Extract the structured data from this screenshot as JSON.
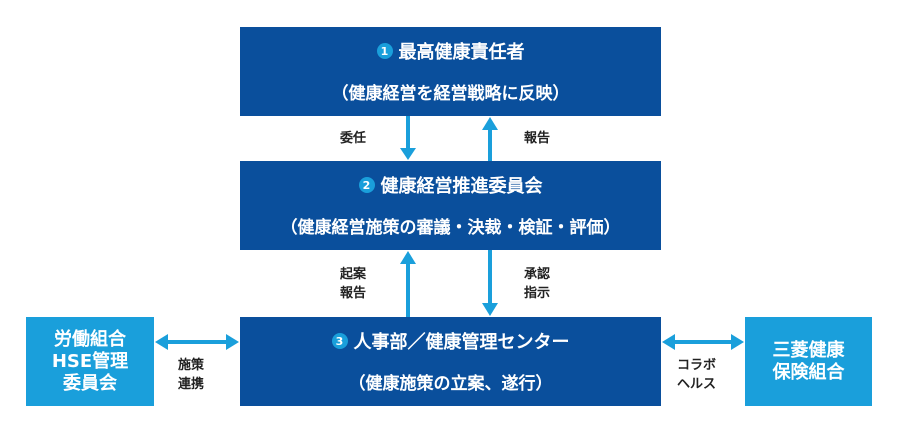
{
  "nodes": {
    "top": {
      "number": "1",
      "title": "最高健康責任者",
      "subtitle": "（健康経営を経営戦略に反映）"
    },
    "committee": {
      "number": "2",
      "title": "健康経営推進委員会",
      "subtitle": "（健康経営施策の審議・決裁・検証・評価）"
    },
    "hr": {
      "number": "3",
      "title": "人事部／健康管理センター",
      "subtitle": "（健康施策の立案、遂行）"
    },
    "union": {
      "line1": "労働組合",
      "line2": "HSE管理",
      "line3": "委員会"
    },
    "insurance": {
      "line1": "三菱健康",
      "line2": "保険組合"
    }
  },
  "edges": {
    "delegate": "委任",
    "report_up": "報告",
    "draft_line1": "起案",
    "draft_line2": "報告",
    "approve_line1": "承認",
    "approve_line2": "指示",
    "coop_line1": "施策",
    "coop_line2": "連携",
    "collab_line1": "コラボ",
    "collab_line2": "ヘルス"
  },
  "colors": {
    "main_box": "#0a4f9c",
    "side_box": "#1a9fdb",
    "arrow": "#1a9fdb"
  }
}
